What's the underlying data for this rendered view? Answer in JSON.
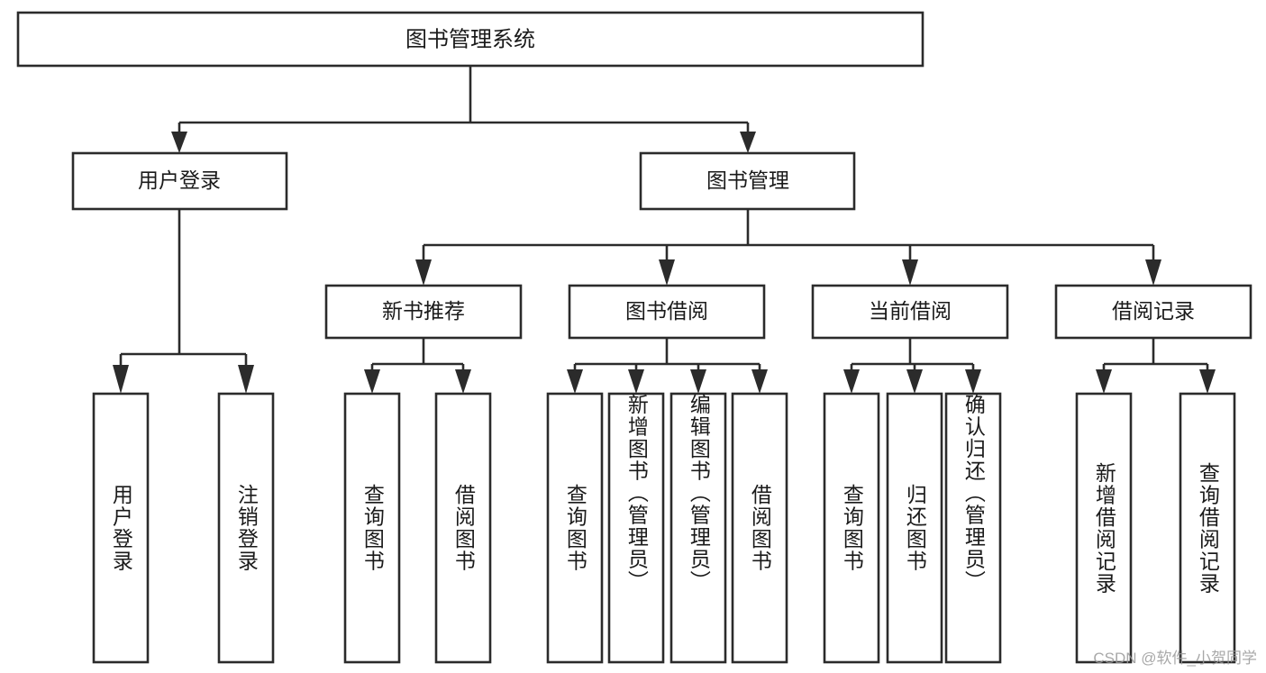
{
  "diagram": {
    "type": "tree",
    "title": "图书管理系统",
    "watermark": "CSDN @软件_小贺同学",
    "root": {
      "id": "root",
      "label": "图书管理系统"
    },
    "level1": [
      {
        "id": "user-login",
        "label": "用户登录"
      },
      {
        "id": "book-manage",
        "label": "图书管理"
      }
    ],
    "level2": [
      {
        "id": "new-book-recommend",
        "label": "新书推荐",
        "parent": "book-manage"
      },
      {
        "id": "book-borrow",
        "label": "图书借阅",
        "parent": "book-manage"
      },
      {
        "id": "current-borrow",
        "label": "当前借阅",
        "parent": "book-manage"
      },
      {
        "id": "borrow-record",
        "label": "借阅记录",
        "parent": "book-manage"
      }
    ],
    "leaves": [
      {
        "id": "leaf-user-login",
        "label": "用户登录",
        "parent": "user-login"
      },
      {
        "id": "leaf-logout-login",
        "label": "注销登录",
        "parent": "user-login"
      },
      {
        "id": "leaf-query-book-1",
        "label": "查询图书",
        "parent": "new-book-recommend"
      },
      {
        "id": "leaf-borrow-book-1",
        "label": "借阅图书",
        "parent": "new-book-recommend"
      },
      {
        "id": "leaf-query-book-2",
        "label": "查询图书",
        "parent": "book-borrow"
      },
      {
        "id": "leaf-add-book",
        "label": "新增图书（管理员）",
        "parent": "book-borrow"
      },
      {
        "id": "leaf-edit-book",
        "label": "编辑图书（管理员）",
        "parent": "book-borrow"
      },
      {
        "id": "leaf-borrow-book-2",
        "label": "借阅图书",
        "parent": "book-borrow"
      },
      {
        "id": "leaf-query-book-3",
        "label": "查询图书",
        "parent": "current-borrow"
      },
      {
        "id": "leaf-return-book",
        "label": "归还图书",
        "parent": "current-borrow"
      },
      {
        "id": "leaf-confirm-return",
        "label": "确认归还（管理员）",
        "parent": "current-borrow"
      },
      {
        "id": "leaf-add-record",
        "label": "新增借阅记录",
        "parent": "borrow-record"
      },
      {
        "id": "leaf-query-record",
        "label": "查询借阅记录",
        "parent": "borrow-record"
      }
    ],
    "colors": {
      "stroke": "#2b2b2b",
      "fill": "#ffffff",
      "text": "#1a1a1a",
      "watermark": "#9a9a9a"
    }
  }
}
